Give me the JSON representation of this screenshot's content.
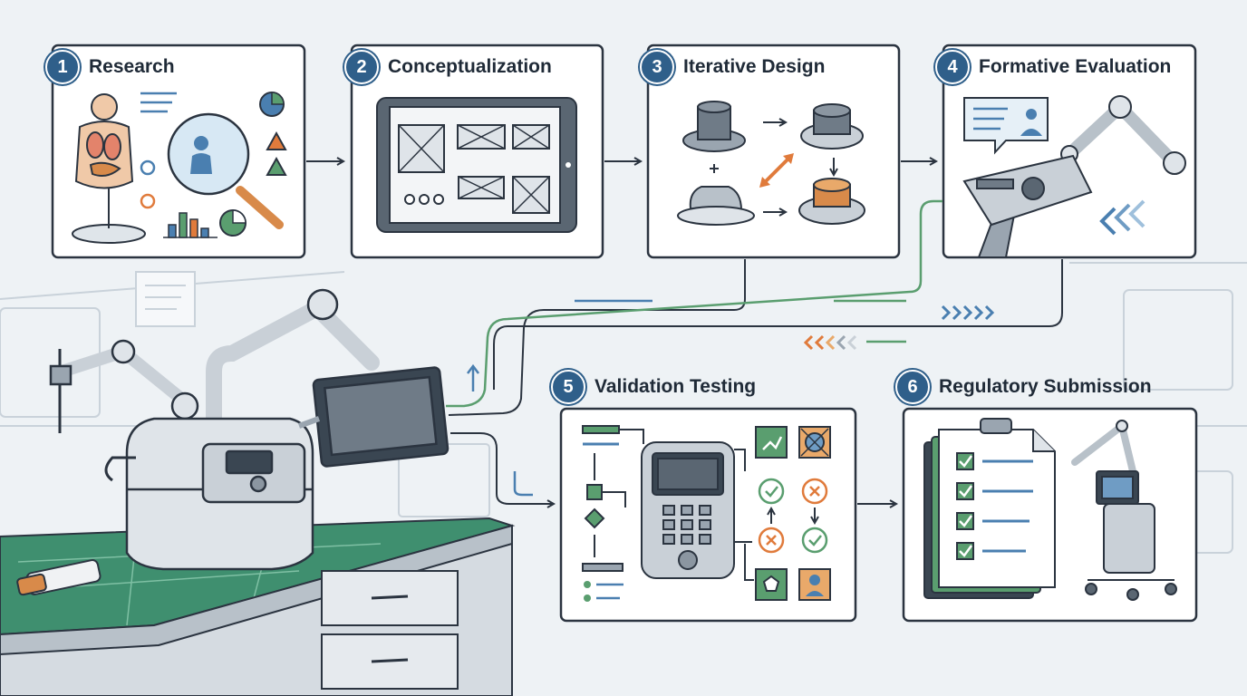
{
  "steps": [
    {
      "number": "1",
      "label": "Research"
    },
    {
      "number": "2",
      "label": "Conceptualization"
    },
    {
      "number": "3",
      "label": "Iterative Design"
    },
    {
      "number": "4",
      "label": "Formative Evaluation"
    },
    {
      "number": "5",
      "label": "Validation Testing"
    },
    {
      "number": "6",
      "label": "Regulatory Submission"
    }
  ],
  "colors": {
    "background": "#eef2f5",
    "outline": "#2b3440",
    "badge": "#2f5f8a",
    "accent_blue": "#4a7fb0",
    "accent_green": "#5a9e6f",
    "accent_orange": "#e07b3c",
    "mat_green": "#3f8f6f"
  },
  "icons": [
    "anatomy-model-icon",
    "magnifier-user-icon",
    "tablet-wireframe-icon",
    "knob-prototype-icon",
    "robot-arm-icon",
    "controller-icon",
    "checklist-icon",
    "surgical-robot-cart-icon"
  ]
}
